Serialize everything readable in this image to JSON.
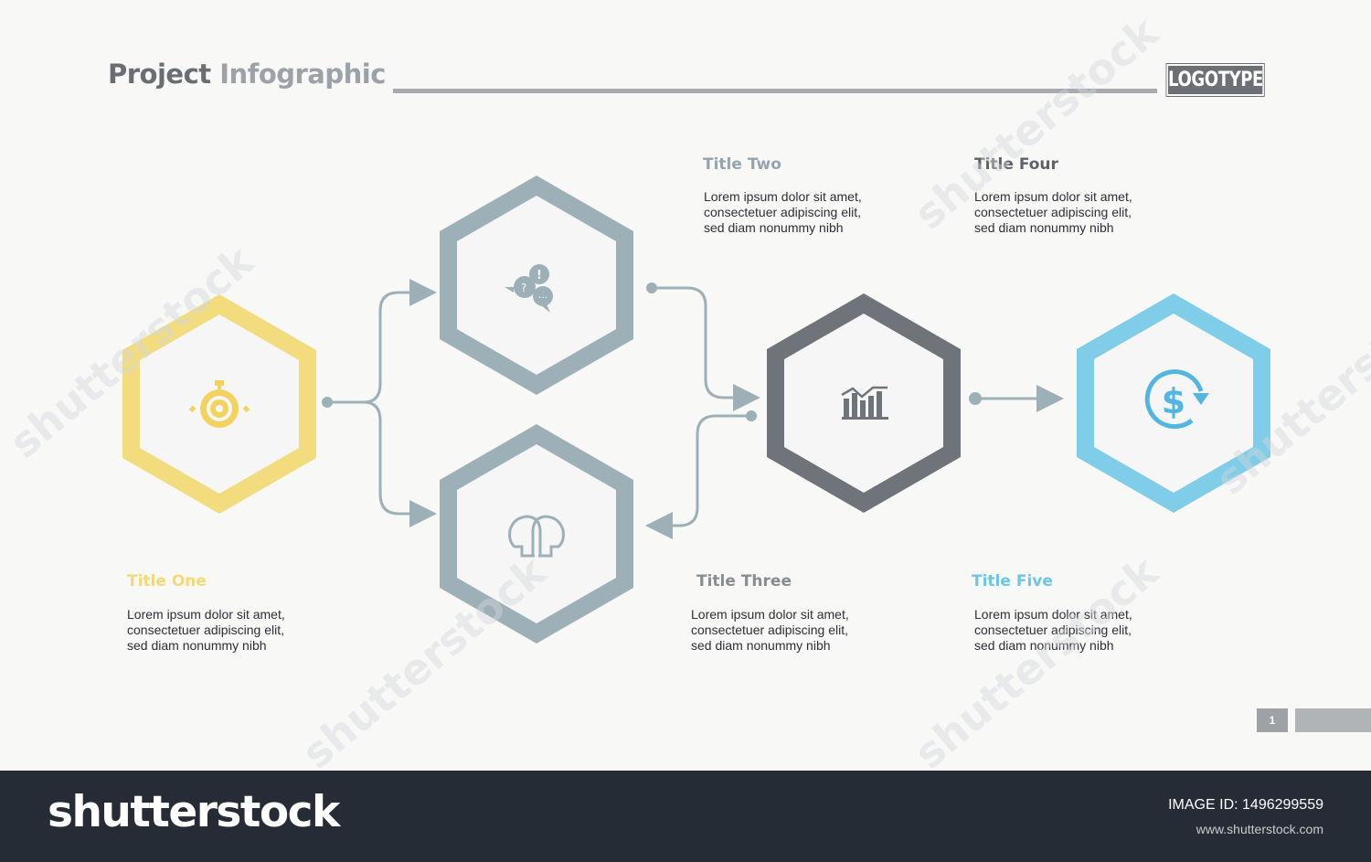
{
  "header": {
    "title_part1": "Project",
    "title_part2": "Infographic",
    "logo": "LOGOTYPE"
  },
  "colors": {
    "yellow": "#f3dc7e",
    "slate_light": "#9eb0b7",
    "slate_dark": "#6e7479",
    "blue": "#7fcde9",
    "title_one": "#f2d97a",
    "title_two": "#93a6ad",
    "title_three": "#878d92",
    "title_four": "#5d6267",
    "title_five": "#6cc6e6"
  },
  "nodes": [
    {
      "id": "one",
      "icon": "stopwatch-gear-icon"
    },
    {
      "id": "two",
      "icon": "speech-bubbles-icon"
    },
    {
      "id": "three",
      "icon": "two-heads-icon"
    },
    {
      "id": "four",
      "icon": "bar-chart-trend-icon"
    },
    {
      "id": "five",
      "icon": "dollar-refresh-icon"
    }
  ],
  "texts": {
    "one": {
      "title": "Title One",
      "body": "Lorem ipsum dolor sit amet,\nconsectetuer adipiscing elit,\nsed diam nonummy nibh"
    },
    "two": {
      "title": "Title Two",
      "body": "Lorem ipsum dolor sit amet,\nconsectetuer adipiscing elit,\nsed diam nonummy nibh"
    },
    "three": {
      "title": "Title Three",
      "body": "Lorem ipsum dolor sit amet,\nconsectetuer adipiscing elit,\nsed diam nonummy nibh"
    },
    "four": {
      "title": "Title Four",
      "body": "Lorem ipsum dolor sit amet,\nconsectetuer adipiscing elit,\nsed diam nonummy nibh"
    },
    "five": {
      "title": "Title Five",
      "body": "Lorem ipsum dolor sit amet,\nconsectetuer adipiscing elit,\nsed diam nonummy nibh"
    }
  },
  "pagination": {
    "page": "1"
  },
  "footer": {
    "brand": "shutterstock",
    "image_id_label": "IMAGE ID:",
    "image_id": "1496299559",
    "site": "www.shutterstock.com"
  }
}
